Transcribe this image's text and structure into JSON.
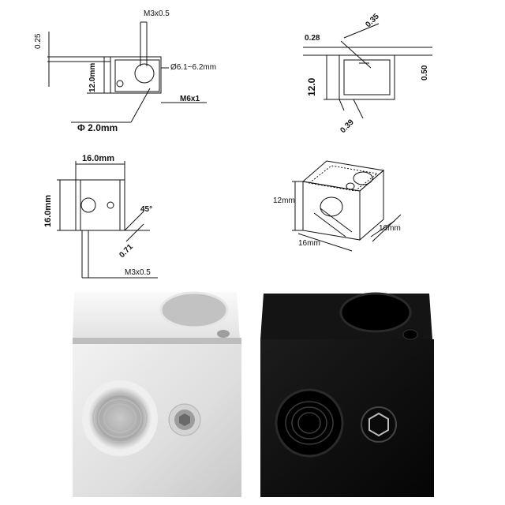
{
  "top_left": {
    "thread_top": "M3x0.5",
    "offset": "0.25",
    "height": "12.0mm",
    "bore": "Ø6.1~6.2mm",
    "thread_side": "M6x1",
    "pin": "Φ 2.0mm"
  },
  "top_right": {
    "a": "0.35",
    "b": "0.28",
    "c": "0.50",
    "height": "12.0",
    "d": "0.39"
  },
  "middle_left": {
    "width": "16.0mm",
    "height": "16.0mm",
    "angle": "45°",
    "chamfer": "0.71",
    "thread": "M3x0.5"
  },
  "middle_right": {
    "height": "12mm",
    "depth": "16mm",
    "width": "16mm"
  },
  "photos": {
    "silver_block": "aluminium heater block (silver)",
    "black_block": "aluminium heater block (black)"
  },
  "colors": {
    "silver": "#dcdcdc",
    "black": "#0b0b0b",
    "line": "#111111"
  }
}
